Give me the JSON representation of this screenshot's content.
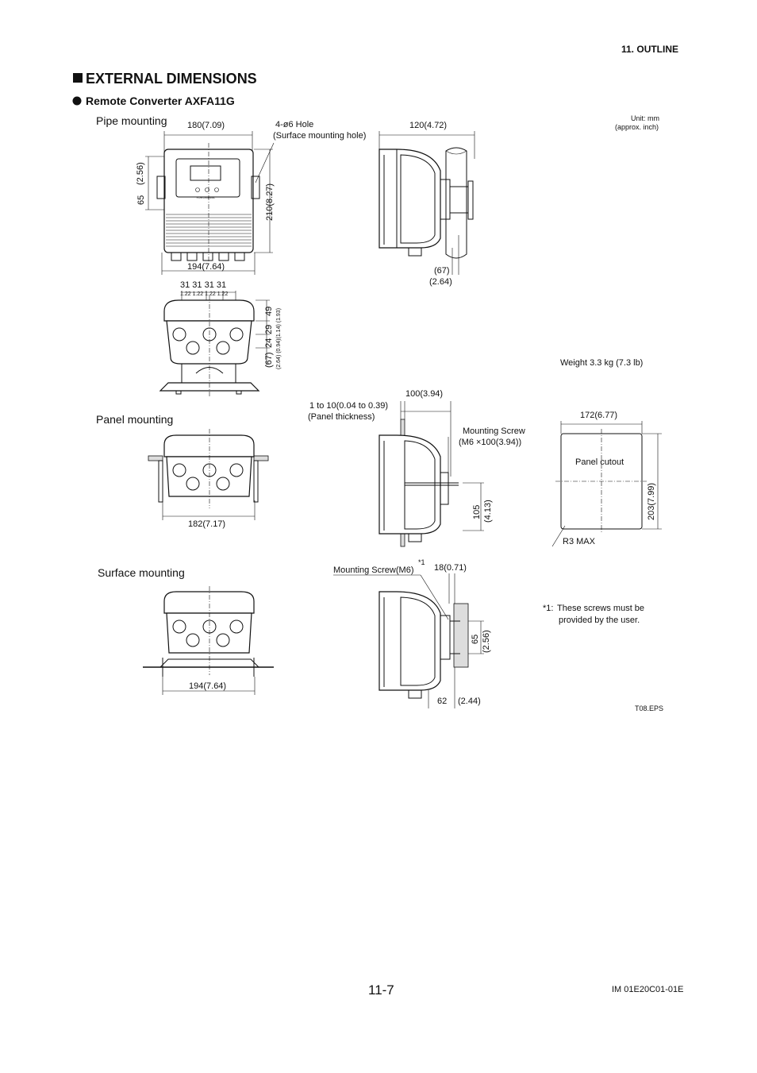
{
  "header": {
    "section": "11.  OUTLINE"
  },
  "title": "EXTERNAL DIMENSIONS",
  "subtitle": "Remote Converter AXFA11G",
  "unit_note": {
    "line1": "Unit: mm",
    "line2": "(approx. inch)"
  },
  "pipe": {
    "label": "Pipe mounting",
    "dim_width_top": "180(7.09)",
    "hole": "4-ø6 Hole",
    "hole_note": "(Surface mounting hole)",
    "dim_height": "210(8.27)",
    "dim_65": "65",
    "dim_65_inch": "(2.56)",
    "dim_width_bottom": "194(7.64)",
    "brand": "YOKOGAWA",
    "side_depth": "120(4.72)",
    "side_67": "(67)",
    "side_67_inch": "(2.64)",
    "bottom_31": "31  31  31  31",
    "bottom_122": "1.22  1.22  1.22  1.22",
    "bottom_49": "49",
    "bottom_29": "29",
    "bottom_24": "24",
    "bottom_67": "(67)",
    "bottom_inch": "(2.64) (0.94)(1.14) (1.93)",
    "weight": "Weight 3.3 kg (7.3 lb)"
  },
  "panel": {
    "label": "Panel mounting",
    "dim_width": "182(7.17)",
    "thickness": "1 to 10(0.04 to 0.39)",
    "thickness_note": "(Panel thickness)",
    "side_100": "100(3.94)",
    "screw": "Mounting Screw",
    "screw_spec": "(M6 ×100(3.94))",
    "dim_105": "105",
    "dim_105_inch": "(4.13)",
    "cutout_width": "172(6.77)",
    "cutout_label": "Panel cutout",
    "cutout_height": "203(7.99)",
    "radius": "R3 MAX"
  },
  "surface": {
    "label": "Surface mounting",
    "dim_width": "194(7.64)",
    "screw": "Mounting Screw(M6)",
    "screw_mark": "*1",
    "dim_18": "18(0.71)",
    "dim_65": "65",
    "dim_65_inch": "(2.56)",
    "dim_62": "62",
    "dim_62_inch": "(2.44)",
    "note_mark": "*1:",
    "note_line1": "These screws must be",
    "note_line2": "provided by the user."
  },
  "file": "T08.EPS",
  "page_number": "11-7",
  "doc_id": "IM 01E20C01-01E"
}
